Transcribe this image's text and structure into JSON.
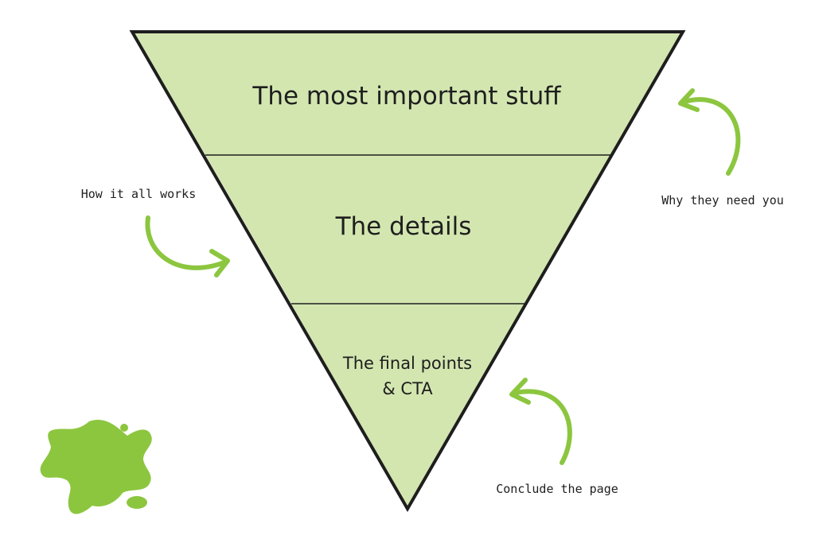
{
  "colors": {
    "tier_fill": "#d3e6b0",
    "outline": "#1e1e1e",
    "accent_green": "#8cc63f",
    "background": "#ffffff",
    "text": "#1e1e1e"
  },
  "pyramid": {
    "tiers": [
      {
        "label": "The most important stuff"
      },
      {
        "label": "The details"
      },
      {
        "label_lines": [
          "The final points",
          "& CTA"
        ]
      }
    ]
  },
  "annotations": {
    "why": "Why they need you",
    "how": "How it all works",
    "conclude": "Conclude the page"
  },
  "icons": {
    "arrows": [
      "curved-arrow-icon",
      "curved-arrow-icon",
      "curved-arrow-icon"
    ],
    "decoration": "paint-splat-icon"
  }
}
